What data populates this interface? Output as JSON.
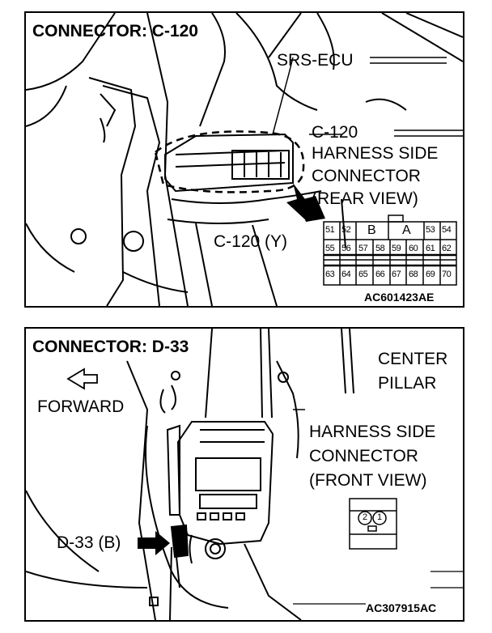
{
  "top": {
    "title": "CONNECTOR: C-120",
    "srs_ecu": "SRS-ECU",
    "callout_line1": "C-120",
    "callout_line2": "HARNESS SIDE",
    "callout_line3": "CONNECTOR",
    "callout_line4": "(REAR VIEW)",
    "connector_label": "C-120 (Y)",
    "code": "AC601423AE",
    "pins_row1": [
      "51",
      "52",
      "B",
      "A",
      "53",
      "54"
    ],
    "pins_row2": [
      "55",
      "56",
      "57",
      "58",
      "59",
      "60",
      "61",
      "62"
    ],
    "pins_row3": [
      "63",
      "64",
      "65",
      "66",
      "67",
      "68",
      "69",
      "70"
    ]
  },
  "bottom": {
    "title": "CONNECTOR: D-33",
    "center_line1": "CENTER",
    "center_line2": "PILLAR",
    "forward": "FORWARD",
    "harness_line1": "HARNESS SIDE",
    "harness_line2": "CONNECTOR",
    "harness_line3": "(FRONT VIEW)",
    "connector_label": "D-33 (B)",
    "code": "AC307915AC",
    "pins": [
      "2",
      "1"
    ]
  }
}
